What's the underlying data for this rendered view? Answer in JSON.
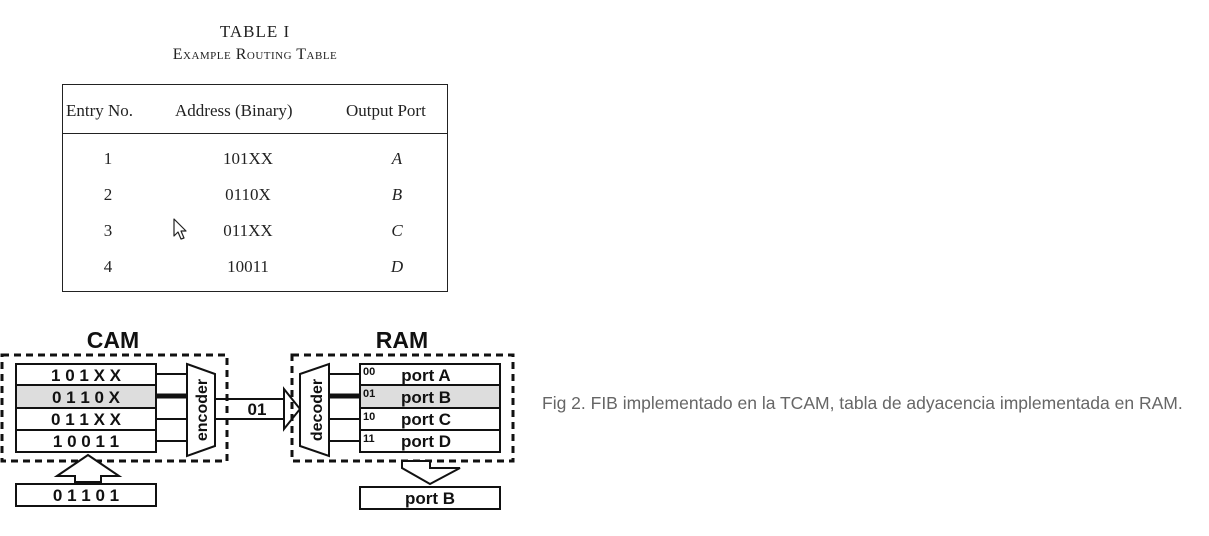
{
  "table": {
    "caption_line1": "TABLE I",
    "caption_line2": "Example Routing Table",
    "headers": [
      "Entry No.",
      "Address (Binary)",
      "Output Port"
    ],
    "rows": [
      {
        "entry": "1",
        "address": "101XX",
        "port": "A"
      },
      {
        "entry": "2",
        "address": "0110X",
        "port": "B"
      },
      {
        "entry": "3",
        "address": "011XX",
        "port": "C"
      },
      {
        "entry": "4",
        "address": "10011",
        "port": "D"
      }
    ]
  },
  "diagram": {
    "cam_title": "CAM",
    "ram_title": "RAM",
    "cam_rows": [
      "1 0 1 X X",
      "0 1 1 0 X",
      "0 1 1 X X",
      "1 0 0 1 1"
    ],
    "encoder_label": "encoder",
    "decoder_label": "decoder",
    "bus_value": "01",
    "ram_rows": [
      {
        "addr": "00",
        "port": "port A"
      },
      {
        "addr": "01",
        "port": "port B"
      },
      {
        "addr": "10",
        "port": "port C"
      },
      {
        "addr": "11",
        "port": "port D"
      }
    ],
    "search_key": "0 1 1 0 1",
    "output": "port B",
    "highlight_color": "#dddddd"
  },
  "figure_caption": "Fig 2. FIB implementado en la TCAM, tabla de adyacencia implementada en RAM."
}
